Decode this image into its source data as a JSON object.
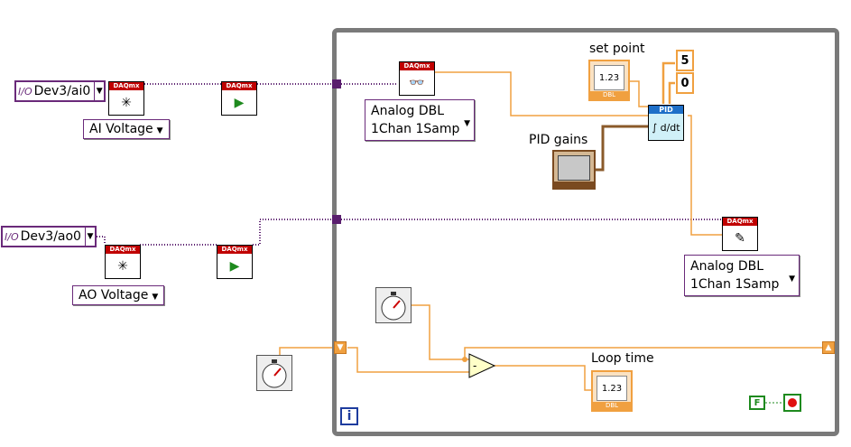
{
  "controls": {
    "ai_channel": {
      "value": "Dev3/ai0",
      "io_glyph": "I/O"
    },
    "ao_channel": {
      "value": "Dev3/ao0",
      "io_glyph": "I/O"
    }
  },
  "rings": {
    "ai_type": "AI Voltage",
    "ao_type": "AO Voltage"
  },
  "polymorphic": {
    "read_mode_line1": "Analog DBL",
    "read_mode_line2": "1Chan 1Samp",
    "write_mode_line1": "Analog DBL",
    "write_mode_line2": "1Chan 1Samp"
  },
  "labels": {
    "set_point": "set point",
    "pid_gains": "PID gains",
    "loop_time": "Loop time"
  },
  "terminals": {
    "dbl_value": "1.23",
    "dbl_tag": "DBL",
    "const_high": "5",
    "const_low": "0",
    "bool_false": "F",
    "iteration": "i"
  },
  "subvis": {
    "daqmx_header": "DAQmx",
    "pid_header": "PID"
  },
  "colors": {
    "task_wire": "#5a1e6e",
    "dbl_wire": "#f0a040",
    "cluster_wire": "#8a5a2a",
    "loop_border": "#7a7a7a"
  }
}
